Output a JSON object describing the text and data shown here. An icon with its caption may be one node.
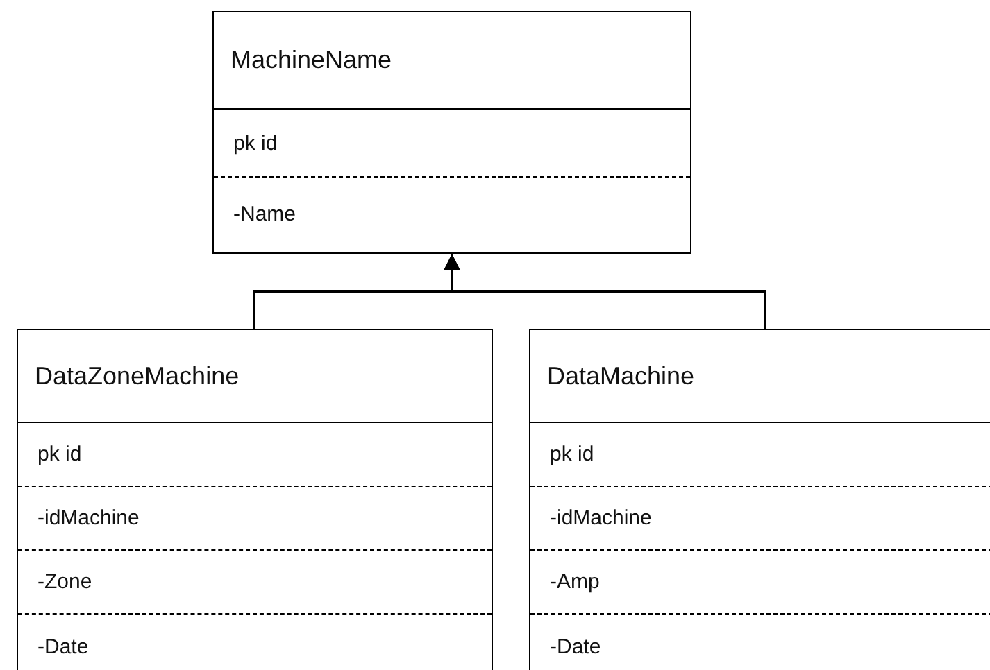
{
  "diagram": {
    "nodes": [
      {
        "text": [
          "MachineName",
          "pk id",
          "-Name"
        ]
      },
      {
        "text": [
          "DataZoneMachine",
          "pk id",
          "-idMachine",
          "-Zone",
          "-Date"
        ]
      },
      {
        "text": [
          "DataMachine",
          "pk id",
          "-idMachine",
          "-Amp",
          "-Date"
        ]
      }
    ],
    "edges": [
      {
        "from": 1,
        "to": 0,
        "arrow": "to"
      },
      {
        "from": 2,
        "to": 0,
        "arrow": "to"
      }
    ]
  }
}
